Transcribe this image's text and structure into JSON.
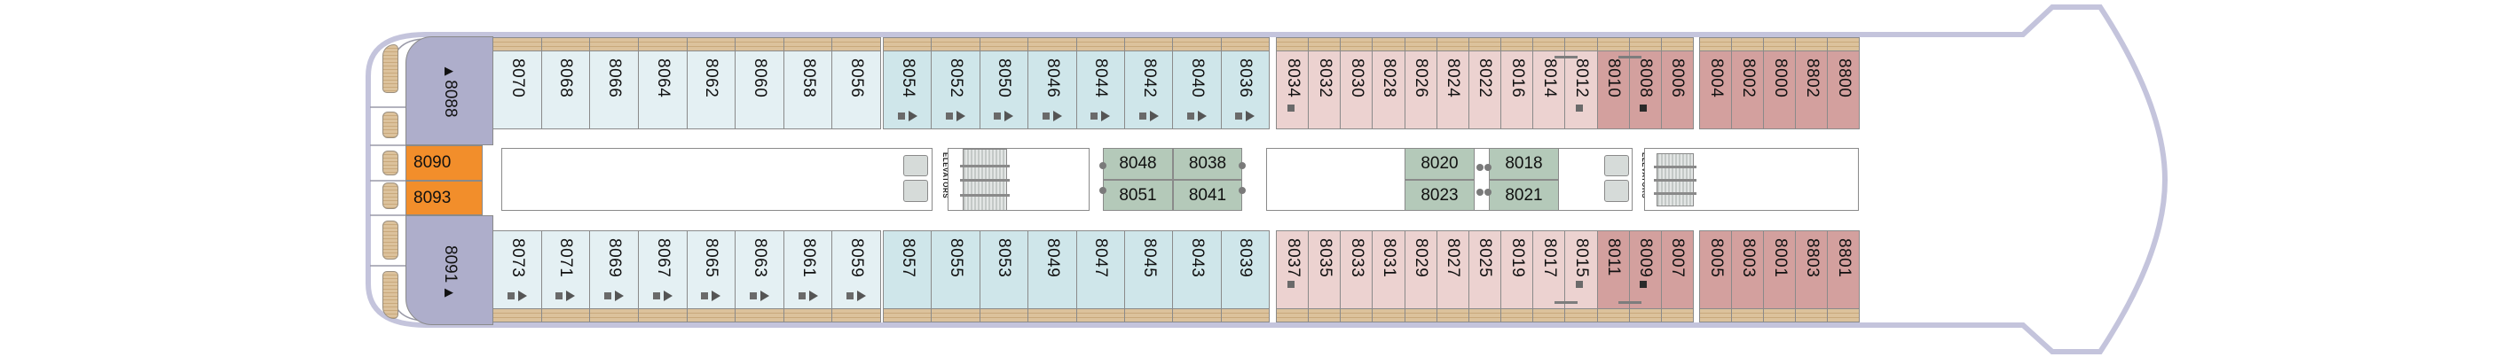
{
  "title": "Deck 8 Plan",
  "colors": {
    "hull": "#c4c4dc",
    "wood": "#dcc29c",
    "cabin_light_blue": "#e4f0f3",
    "cabin_blue": "#cfe6ea",
    "cabin_light_pink": "#ecd2d0",
    "cabin_dark_pink": "#d3a09e",
    "suite_lavender": "#aeaecb",
    "accessible_orange": "#f28e2b",
    "interior_green": "#b4c9b9"
  },
  "suites": {
    "upper": {
      "number": "8088",
      "marker": "triangle"
    },
    "lower": {
      "number": "8091",
      "marker": "triangle"
    }
  },
  "aft_interior": [
    {
      "number": "8090"
    },
    {
      "number": "8093"
    }
  ],
  "upper_row": [
    {
      "section": 1,
      "cabins": [
        {
          "number": "8070",
          "markers": []
        },
        {
          "number": "8068",
          "markers": []
        },
        {
          "number": "8066",
          "markers": []
        },
        {
          "number": "8064",
          "markers": []
        },
        {
          "number": "8062",
          "markers": []
        },
        {
          "number": "8060",
          "markers": []
        },
        {
          "number": "8058",
          "markers": []
        },
        {
          "number": "8056",
          "markers": []
        }
      ]
    },
    {
      "section": 2,
      "cabins": [
        {
          "number": "8054",
          "markers": [
            "square",
            "triangle"
          ]
        },
        {
          "number": "8052",
          "markers": [
            "square",
            "triangle"
          ]
        },
        {
          "number": "8050",
          "markers": [
            "square",
            "triangle"
          ]
        },
        {
          "number": "8046",
          "markers": [
            "square",
            "triangle"
          ]
        },
        {
          "number": "8044",
          "markers": [
            "square",
            "triangle"
          ]
        },
        {
          "number": "8042",
          "markers": [
            "square",
            "triangle"
          ]
        },
        {
          "number": "8040",
          "markers": [
            "square",
            "triangle"
          ]
        },
        {
          "number": "8036",
          "markers": [
            "square",
            "triangle"
          ]
        }
      ]
    },
    {
      "section": 3,
      "cabins": [
        {
          "number": "8034",
          "tone": "light",
          "markers": [
            "square"
          ]
        },
        {
          "number": "8032",
          "tone": "light",
          "markers": []
        },
        {
          "number": "8030",
          "tone": "light",
          "markers": []
        },
        {
          "number": "8028",
          "tone": "light",
          "markers": []
        },
        {
          "number": "8026",
          "tone": "light",
          "markers": []
        },
        {
          "number": "8024",
          "tone": "light",
          "markers": []
        },
        {
          "number": "8022",
          "tone": "light",
          "markers": []
        },
        {
          "number": "8016",
          "tone": "light",
          "markers": []
        },
        {
          "number": "8014",
          "tone": "light",
          "markers": []
        },
        {
          "number": "8012",
          "tone": "light",
          "markers": [
            "square"
          ]
        },
        {
          "number": "8010",
          "tone": "dark",
          "markers": []
        },
        {
          "number": "8008",
          "tone": "dark",
          "markers": [
            "square-dark"
          ]
        },
        {
          "number": "8006",
          "tone": "dark",
          "markers": []
        }
      ]
    },
    {
      "section": 4,
      "cabins": [
        {
          "number": "8004",
          "markers": []
        },
        {
          "number": "8002",
          "markers": []
        },
        {
          "number": "8000",
          "markers": []
        },
        {
          "number": "8802",
          "markers": []
        },
        {
          "number": "8800",
          "markers": []
        }
      ]
    }
  ],
  "lower_row": [
    {
      "section": 1,
      "cabins": [
        {
          "number": "8073",
          "markers": [
            "square",
            "triangle"
          ]
        },
        {
          "number": "8071",
          "markers": [
            "square",
            "triangle"
          ]
        },
        {
          "number": "8069",
          "markers": [
            "square",
            "triangle"
          ]
        },
        {
          "number": "8067",
          "markers": [
            "square",
            "triangle"
          ]
        },
        {
          "number": "8065",
          "markers": [
            "square",
            "triangle"
          ]
        },
        {
          "number": "8063",
          "markers": [
            "square",
            "triangle"
          ]
        },
        {
          "number": "8061",
          "markers": [
            "square",
            "triangle"
          ]
        },
        {
          "number": "8059",
          "markers": [
            "square",
            "triangle"
          ]
        }
      ]
    },
    {
      "section": 2,
      "cabins": [
        {
          "number": "8057",
          "markers": []
        },
        {
          "number": "8055",
          "markers": []
        },
        {
          "number": "8053",
          "markers": []
        },
        {
          "number": "8049",
          "markers": []
        },
        {
          "number": "8047",
          "markers": []
        },
        {
          "number": "8045",
          "markers": []
        },
        {
          "number": "8043",
          "markers": []
        },
        {
          "number": "8039",
          "markers": []
        }
      ]
    },
    {
      "section": 3,
      "cabins": [
        {
          "number": "8037",
          "tone": "light",
          "markers": [
            "square"
          ]
        },
        {
          "number": "8035",
          "tone": "light",
          "markers": []
        },
        {
          "number": "8033",
          "tone": "light",
          "markers": []
        },
        {
          "number": "8031",
          "tone": "light",
          "markers": []
        },
        {
          "number": "8029",
          "tone": "light",
          "markers": []
        },
        {
          "number": "8027",
          "tone": "light",
          "markers": []
        },
        {
          "number": "8025",
          "tone": "light",
          "markers": []
        },
        {
          "number": "8019",
          "tone": "light",
          "markers": []
        },
        {
          "number": "8017",
          "tone": "light",
          "markers": []
        },
        {
          "number": "8015",
          "tone": "light",
          "markers": [
            "square"
          ]
        },
        {
          "number": "8011",
          "tone": "dark",
          "markers": []
        },
        {
          "number": "8009",
          "tone": "dark",
          "markers": [
            "square-dark"
          ]
        },
        {
          "number": "8007",
          "tone": "dark",
          "markers": []
        }
      ]
    },
    {
      "section": 4,
      "cabins": [
        {
          "number": "8005",
          "markers": []
        },
        {
          "number": "8003",
          "markers": []
        },
        {
          "number": "8001",
          "markers": []
        },
        {
          "number": "8803",
          "markers": []
        },
        {
          "number": "8801",
          "markers": []
        }
      ]
    }
  ],
  "interior_cabins": {
    "midship": [
      {
        "number": "8048"
      },
      {
        "number": "8038"
      },
      {
        "number": "8051"
      },
      {
        "number": "8041"
      }
    ],
    "forward": [
      {
        "number": "8020"
      },
      {
        "number": "8018"
      },
      {
        "number": "8023"
      },
      {
        "number": "8021"
      }
    ]
  },
  "elevators": [
    {
      "label": "ELEVATORS"
    },
    {
      "label": "ELEVATORS"
    }
  ]
}
